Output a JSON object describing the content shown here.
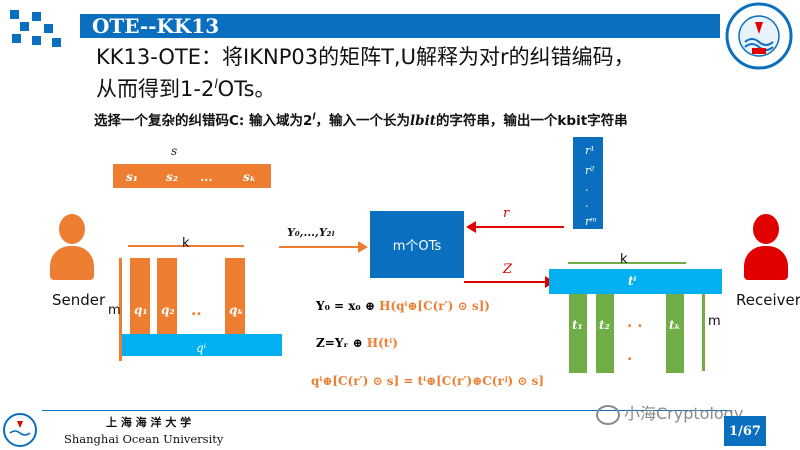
{
  "header": {
    "title": "OTE--KK13",
    "accent_color": "#0a6fbf"
  },
  "subtitle": {
    "line1": "KK13-OTE：将IKNP03的矩阵T,U解释为对r的纠错编码，",
    "line2_prefix": "从而得到1-2",
    "line2_sup": "l",
    "line2_suffix": "OTs。"
  },
  "description": {
    "part1": "选择一个复杂的纠错码C: 输入域为2",
    "sup": "l",
    "part2": "，输入一个长为",
    "lbit": "lbit",
    "part3": "的字符串，输出一个kbit字符串"
  },
  "s_vector": {
    "label": "s",
    "items": [
      "s₁",
      "s₂",
      "...",
      "sₖ"
    ]
  },
  "sender": {
    "label": "Sender",
    "k_label": "k",
    "m_label": "m",
    "columns": [
      "q₁",
      "q₂",
      "qₖ"
    ],
    "dots": "..",
    "row_label": "qⁱ"
  },
  "receiver": {
    "label": "Receiver",
    "k_label": "k",
    "m_label": "m",
    "row_label": "tⁱ",
    "columns": [
      "t₁",
      "t₂",
      "tₖ"
    ],
    "dots": ". .",
    "dot2": "."
  },
  "channel": {
    "y_label": "Y₀,...,Y₂ₗ",
    "ot_box": "m个OTs",
    "r_label": "r",
    "z_label": "Z"
  },
  "r_column": [
    "r¹",
    "r²",
    "·",
    "·",
    "rᵐ"
  ],
  "formulas": {
    "f1_lhs": "Y₀ = x₀ ⊕ ",
    "f1_rhs": "H(qⁱ⊕[C(r′) ⊙ s])",
    "f2_lhs": "Z=Yᵣ ⊕ ",
    "f2_rhs": "H(tⁱ)",
    "f3": "qⁱ⊕[C(r′) ⊙ s] = tⁱ⊕[C(r′)⊕C(rʲ) ⊙ s]"
  },
  "footer": {
    "cn": "上 海 海 洋 大 学",
    "en": "Shanghai  Ocean  University",
    "page": "1/67",
    "watermark": "小海Cryptology"
  },
  "colors": {
    "orange": "#ed7d31",
    "cyan": "#00b0f0",
    "green": "#70ad47",
    "red": "#e00000",
    "blue": "#0a6fbf"
  },
  "icons": [
    "university-logo",
    "person-icon",
    "wechat-icon"
  ]
}
